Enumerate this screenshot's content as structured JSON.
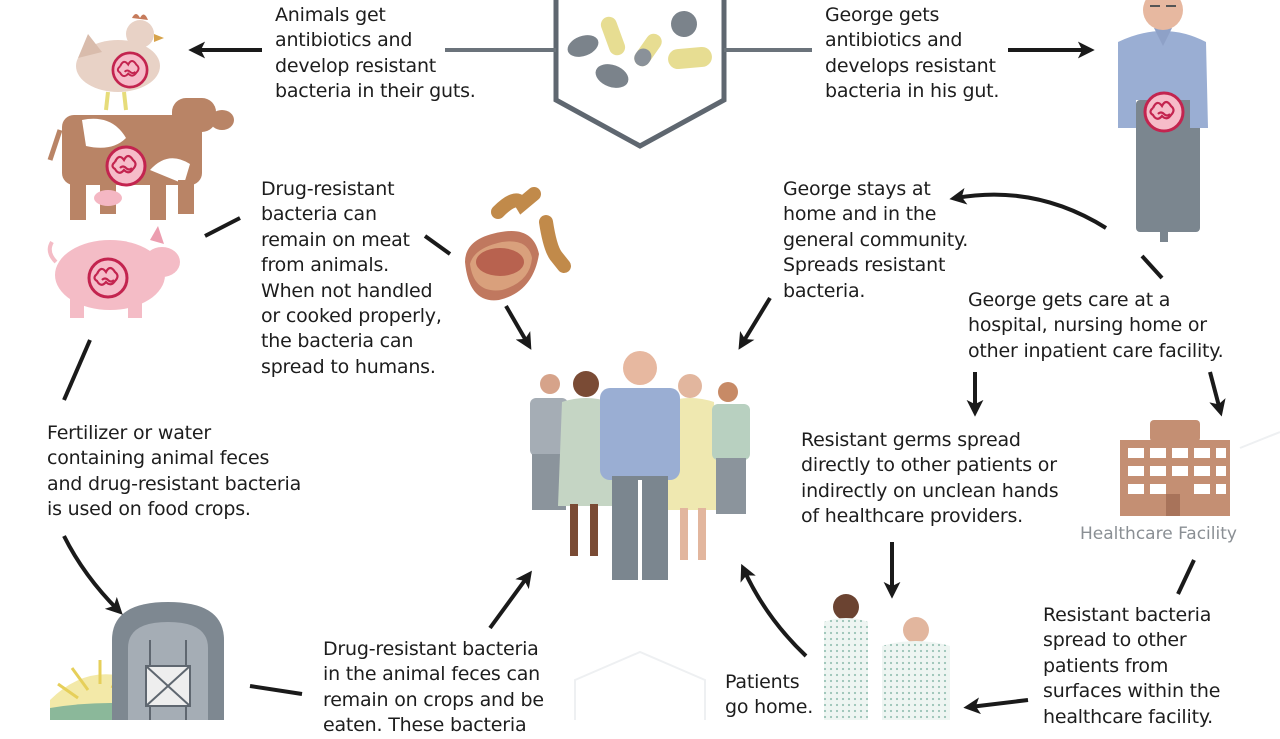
{
  "steps": {
    "animals_antibiotics": "Animals get\nantibiotics and\ndevelop resistant\nbacteria in their guts.",
    "george_antibiotics": "George gets\nantibiotics and\ndevelops resistant\nbacteria in his gut.",
    "meat": "Drug-resistant\nbacteria can\nremain on meat\nfrom animals.\nWhen not handled\nor cooked properly,\nthe bacteria can\nspread to humans.",
    "george_home": "George stays at\nhome and in the\ngeneral community.\nSpreads resistant\nbacteria.",
    "george_care": "George gets care at a\nhospital, nursing home or\nother inpatient care facility.",
    "fertilizer": "Fertilizer or water\ncontaining animal feces\nand drug-resistant bacteria\nis used on food crops.",
    "germs_spread": "Resistant germs spread\ndirectly to other patients or\nindirectly on unclean hands\nof healthcare providers.",
    "crops": "Drug-resistant bacteria\nin the animal feces can\nremain on crops and be\neaten. These bacteria",
    "patients_home": "Patients\ngo home.",
    "surfaces": "Resistant bacteria\nspread to other\npatients from\nsurfaces within the\nhealthcare facility."
  },
  "labels": {
    "healthcare_facility": "Healthcare Facility"
  },
  "icons": {
    "antibiotics": "pills-hexagon-icon",
    "animals": [
      "chicken-icon",
      "cow-icon",
      "pig-icon"
    ],
    "george": "george-person-icon",
    "meat": "meat-icon",
    "community": "people-group-icon",
    "facility": "hospital-building-icon",
    "farm": "barn-icon",
    "patients": "patients-icon"
  },
  "colors": {
    "text": "#1d1d1d",
    "arrow": "#1a1a1a",
    "hexagon": "#5f6770",
    "gut": "#d13a63",
    "facility": "#c48f73",
    "facility_label": "#8a8f94",
    "cow": "#b98466",
    "pig": "#f4bcc6"
  }
}
